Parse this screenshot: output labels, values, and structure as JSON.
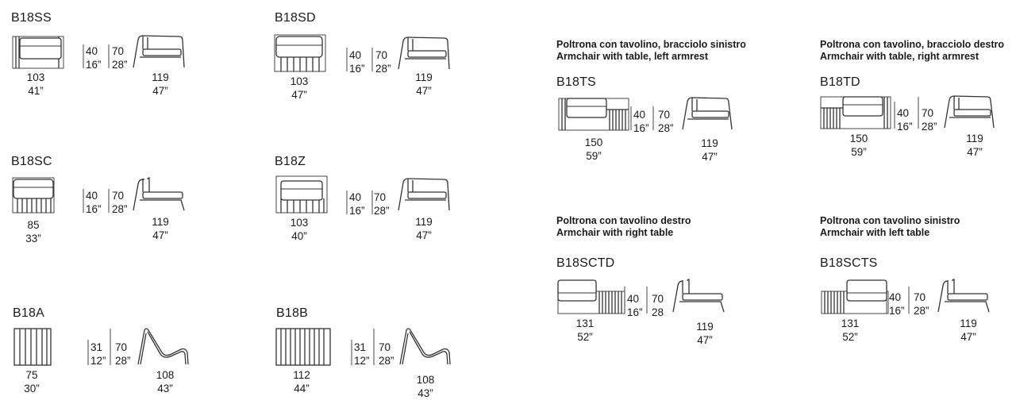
{
  "products": [
    {
      "code": "B18SS",
      "seat_h": "40",
      "seat_h_in": "16”",
      "back_h": "70",
      "back_h_in": "28”",
      "width": "103",
      "width_in": "41”",
      "depth": "119",
      "depth_in": "47”"
    },
    {
      "code": "B18SD",
      "seat_h": "40",
      "seat_h_in": "16”",
      "back_h": "70",
      "back_h_in": "28”",
      "width": "103",
      "width_in": "47”",
      "depth": "119",
      "depth_in": "47”"
    },
    {
      "code": "B18SC",
      "seat_h": "40",
      "seat_h_in": "16”",
      "back_h": "70",
      "back_h_in": "28”",
      "width": "85",
      "width_in": "33”",
      "depth": "119",
      "depth_in": "47”"
    },
    {
      "code": "B18Z",
      "seat_h": "40",
      "seat_h_in": "16”",
      "back_h": "70",
      "back_h_in": "28”",
      "width": "103",
      "width_in": "40”",
      "depth": "119",
      "depth_in": "47”"
    },
    {
      "code": "B18A",
      "seat_h": "31",
      "seat_h_in": "12”",
      "back_h": "70",
      "back_h_in": "28”",
      "width": "75",
      "width_in": "30”",
      "depth": "108",
      "depth_in": "43”"
    },
    {
      "code": "B18B",
      "seat_h": "31",
      "seat_h_in": "12”",
      "back_h": "70",
      "back_h_in": "28”",
      "width": "112",
      "width_in": "44”",
      "depth": "108",
      "depth_in": "43”"
    },
    {
      "code": "B18TS",
      "caption_it": "Poltrona con tavolino, bracciolo sinistro",
      "caption_en": "Armchair with table, left armrest",
      "seat_h": "40",
      "seat_h_in": "16”",
      "back_h": "70",
      "back_h_in": "28”",
      "width": "150",
      "width_in": "59”",
      "depth": "119",
      "depth_in": "47”"
    },
    {
      "code": "B18TD",
      "caption_it": "Poltrona con tavolino, bracciolo destro",
      "caption_en": "Armchair with table, right armrest",
      "seat_h": "40",
      "seat_h_in": "16”",
      "back_h": "70",
      "back_h_in": "28”",
      "width": "150",
      "width_in": "59”",
      "depth": "119",
      "depth_in": "47”"
    },
    {
      "code": "B18SCTD",
      "caption_it": "Poltrona con tavolino destro",
      "caption_en": "Armchair with right table",
      "seat_h": "40",
      "seat_h_in": "16”",
      "back_h": "70",
      "back_h_in": "28",
      "width": "131",
      "width_in": "52”",
      "depth": "119",
      "depth_in": "47”"
    },
    {
      "code": "B18SCTS",
      "caption_it": "Poltrona con tavolino sinistro",
      "caption_en": "Armchair with left table",
      "seat_h": "40",
      "seat_h_in": "16”",
      "back_h": "70",
      "back_h_in": "28”",
      "width": "131",
      "width_in": "52”",
      "depth": "119",
      "depth_in": "47”"
    }
  ]
}
